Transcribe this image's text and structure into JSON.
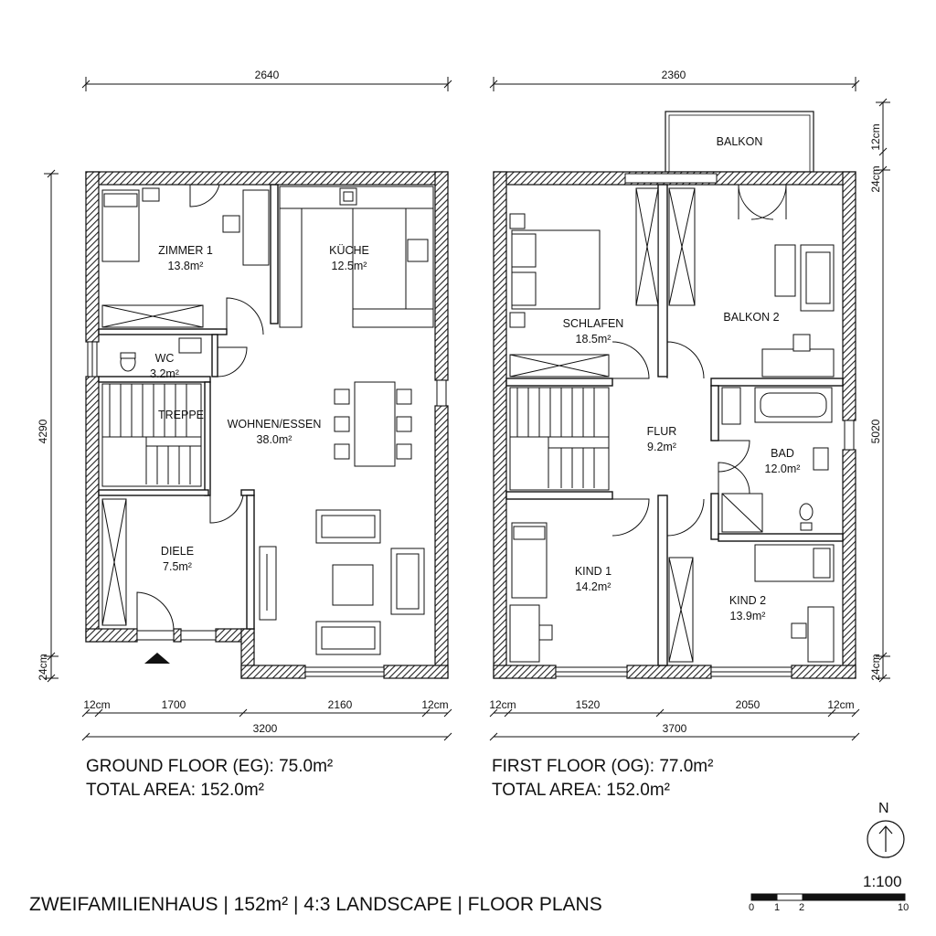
{
  "ground_floor": {
    "dims": {
      "top_width": "2640",
      "left_height": "4290",
      "left_bottom_wall": "24cm",
      "bottom_seg_left": "12cm",
      "bottom_seg_1": "1700",
      "bottom_seg_2": "2160",
      "bottom_seg_right": "12cm",
      "bottom_total": "3200"
    },
    "rooms": {
      "zimmer1": {
        "name": "ZIMMER 1",
        "area": "13.8m²"
      },
      "kueche": {
        "name": "KÜCHE",
        "area": "12.5m²"
      },
      "wc": {
        "name": "WC",
        "area": "3.2m²"
      },
      "treppe": {
        "name": "TREPPE"
      },
      "wohnen": {
        "name": "WOHNEN/ESSEN",
        "area": "38.0m²"
      },
      "diele": {
        "name": "DIELE",
        "area": "7.5m²"
      }
    },
    "caption_line1": "GROUND FLOOR (EG): 75.0m²",
    "caption_line2": "TOTAL AREA: 152.0m²"
  },
  "first_floor": {
    "dims": {
      "top_width": "2360",
      "right_top_1": "12cm",
      "right_top_2": "24cm",
      "right_height": "5020",
      "right_bottom_wall": "24cm",
      "bottom_seg_left": "12cm",
      "bottom_seg_1": "1520",
      "bottom_seg_2": "2050",
      "bottom_seg_right": "12cm",
      "bottom_total": "3700"
    },
    "rooms": {
      "balkon": {
        "name": "BALKON"
      },
      "schlafen": {
        "name": "SCHLAFEN",
        "area": "18.5m²"
      },
      "balkon2": {
        "name": "BALKON 2"
      },
      "flur": {
        "name": "FLUR",
        "area": "9.2m²"
      },
      "bad": {
        "name": "BAD",
        "area": "12.0m²"
      },
      "kind1": {
        "name": "KIND 1",
        "area": "14.2m²"
      },
      "kind2": {
        "name": "KIND 2",
        "area": "13.9m²"
      }
    },
    "caption_line1": "FIRST FLOOR (OG): 77.0m²",
    "caption_line2": "TOTAL AREA: 152.0m²"
  },
  "north_label": "N",
  "scale": {
    "label": "1:100",
    "ticks": [
      "0",
      "1",
      "2",
      "10"
    ]
  },
  "footer_title": "ZWEIFAMILIENHAUS | 152m² | 4:3 LANDSCAPE | FLOOR PLANS",
  "colors": {
    "ink": "#111111",
    "wall_hatch": "#222222",
    "paper": "#ffffff"
  }
}
